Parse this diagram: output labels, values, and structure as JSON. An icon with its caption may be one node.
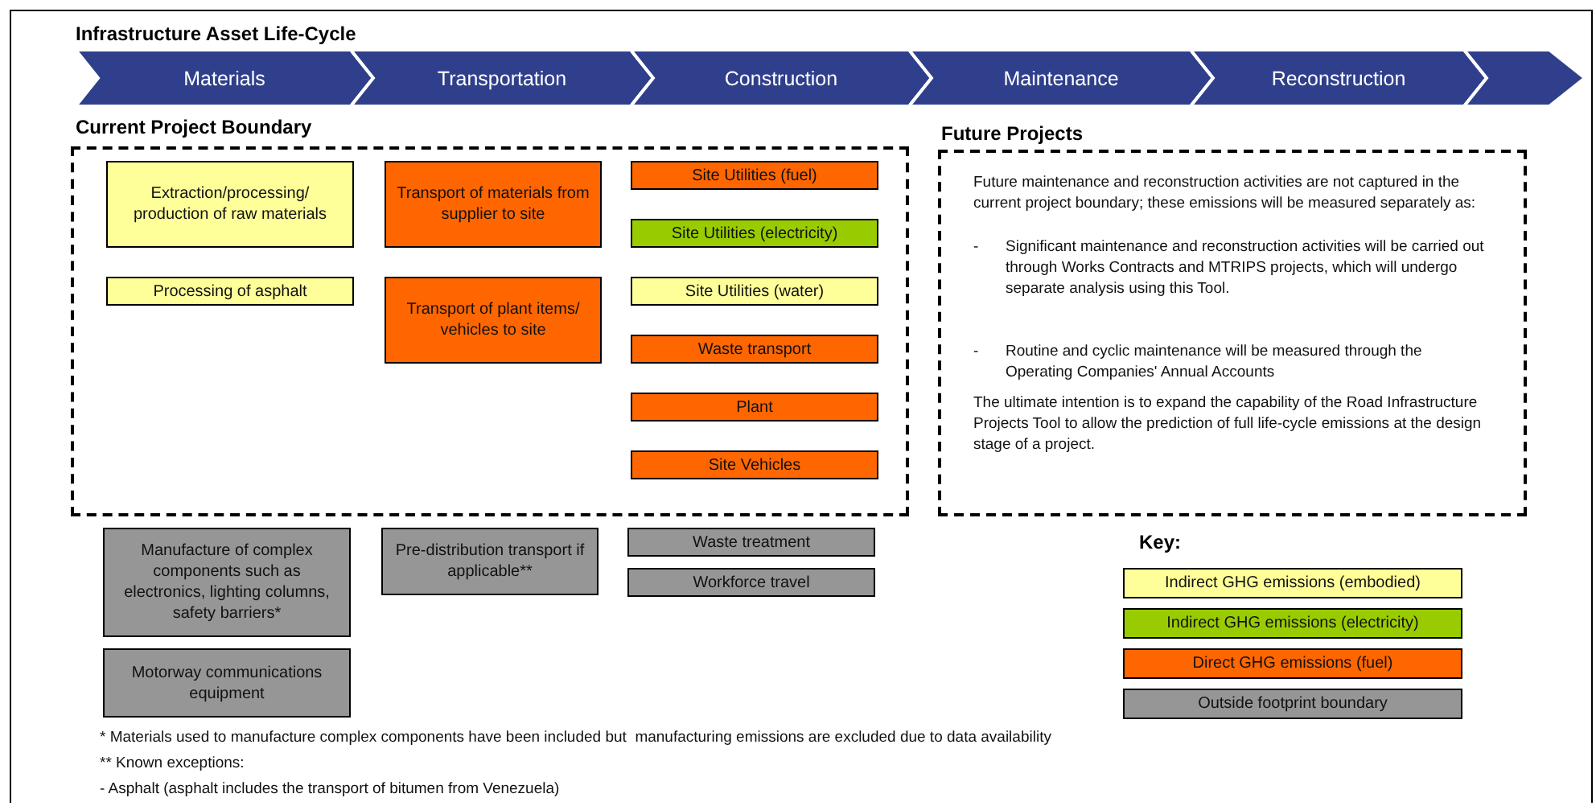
{
  "diagram": {
    "title": "Infrastructure Asset Life-Cycle",
    "nodes": [
      {
        "text": [
          "Materials"
        ]
      },
      {
        "text": [
          "Transportation"
        ]
      },
      {
        "text": [
          "Construction"
        ]
      },
      {
        "text": [
          "Maintenance"
        ]
      },
      {
        "text": [
          "Reconstruction"
        ]
      },
      {
        "text": [
          "Current Project Boundary"
        ]
      },
      {
        "text": [
          "Extraction/processing/ production of raw materials"
        ],
        "in": 5
      },
      {
        "text": [
          "Processing of asphalt"
        ],
        "in": 5
      },
      {
        "text": [
          "Transport of materials from supplier to site"
        ],
        "in": 5
      },
      {
        "text": [
          "Transport of plant items/ vehicles to site"
        ],
        "in": 5
      },
      {
        "text": [
          "Site Utilities (fuel)"
        ],
        "in": 5
      },
      {
        "text": [
          "Site Utilities (electricity)"
        ],
        "in": 5
      },
      {
        "text": [
          "Site Utilities (water)"
        ],
        "in": 5
      },
      {
        "text": [
          "Waste transport"
        ],
        "in": 5
      },
      {
        "text": [
          "Plant"
        ],
        "in": 5
      },
      {
        "text": [
          "Site Vehicles"
        ],
        "in": 5
      },
      {
        "text": [
          "Future Projects",
          "Future maintenance and reconstruction activities are not captured in the current project boundary; these emissions will be measured separately as:",
          "- Significant maintenance and reconstruction activities will be carried out through Works Contracts and MTRIPS projects, which will undergo separate analysis using this Tool.",
          "- Routine and cyclic maintenance will be measured through the Operating Companies' Annual Accounts",
          "The ultimate intention is to expand the capability of the Road Infrastructure Projects Tool to allow the prediction of full life-cycle emissions at the design stage of a project."
        ]
      },
      {
        "text": [
          "Manufacture of complex components such as electronics, lighting columns, safety barriers*"
        ]
      },
      {
        "text": [
          "Motorway communications equipment"
        ]
      },
      {
        "text": [
          "Pre-distribution transport if applicable**"
        ]
      },
      {
        "text": [
          "Waste treatment"
        ]
      },
      {
        "text": [
          "Workforce travel"
        ]
      }
    ],
    "labels": [
      "Key:",
      "* Materials used to manufacture complex components have been included but  manufacturing emissions are excluded due to data availability",
      "** Known exceptions:",
      "- Asphalt (asphalt includes the transport of bitumen from Venezuela)"
    ],
    "legend": [
      {
        "text": "Indirect GHG emissions (embodied)",
        "color": "#ffff99"
      },
      {
        "text": "Indirect GHG emissions (electricity)",
        "color": "#99cc00"
      },
      {
        "text": "Direct GHG emissions (fuel)",
        "color": "#ff6600"
      },
      {
        "text": "Outside footprint boundary",
        "color": "#969696"
      }
    ]
  }
}
